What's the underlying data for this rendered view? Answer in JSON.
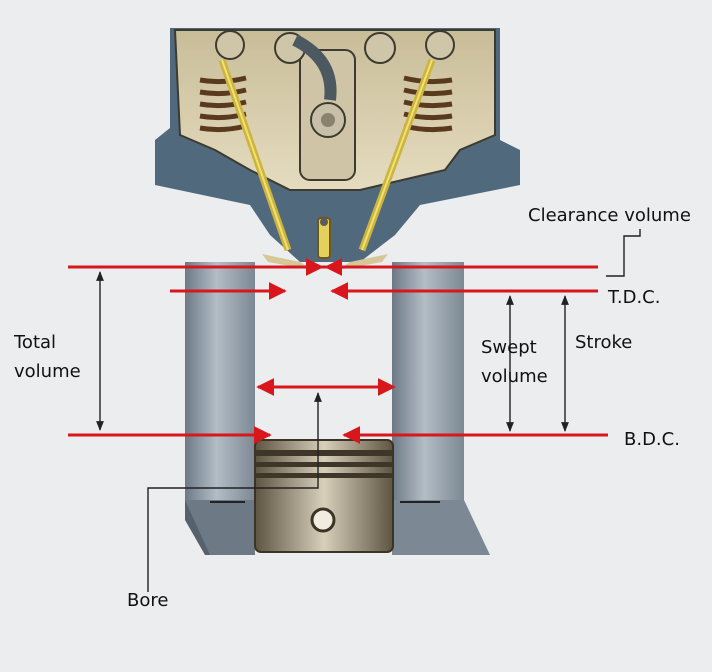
{
  "labels": {
    "clearance_volume": "Clearance volume",
    "tdc": "T.D.C.",
    "bdc": "B.D.C.",
    "total_volume_1": "Total",
    "total_volume_2": "volume",
    "swept_volume_1": "Swept",
    "swept_volume_2": "volume",
    "stroke": "Stroke",
    "bore": "Bore"
  },
  "colors": {
    "background": "#ecedee",
    "arrow_red": "#d8171d",
    "cylinder_wall": "#8e9aa6",
    "head_casting": "#d9cfae",
    "piston": "#7a6f5a"
  }
}
